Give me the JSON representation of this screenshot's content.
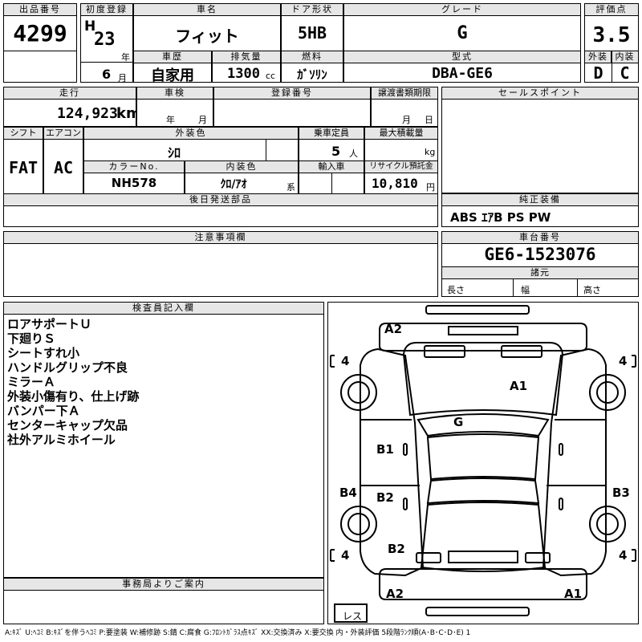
{
  "top": {
    "auction_no": {
      "label": "出品番号",
      "value": "4299"
    },
    "first_reg": {
      "label": "初度登録",
      "era": "H",
      "year": "23",
      "year_unit": "年",
      "month": "6",
      "month_unit": "月"
    },
    "car_name": {
      "label": "車名",
      "value": "フィット"
    },
    "door_type": {
      "label": "ドア形状",
      "value": "5HB"
    },
    "grade": {
      "label": "グレード",
      "value": "G"
    },
    "score": {
      "label": "評価点",
      "value": "3.5"
    },
    "history": {
      "label": "車歴",
      "value": "自家用"
    },
    "displacement": {
      "label": "排気量",
      "value": "1300",
      "unit": "cc"
    },
    "fuel": {
      "label": "燃料",
      "value": "ｶﾞｿﾘﾝ"
    },
    "model": {
      "label": "型式",
      "value": "DBA-GE6"
    },
    "exterior_grade": {
      "label": "外装",
      "value": "D"
    },
    "interior_grade": {
      "label": "内装",
      "value": "C"
    }
  },
  "second": {
    "mileage": {
      "label": "走行",
      "value": "124,923",
      "unit": "km"
    },
    "inspection": {
      "label": "車検",
      "year_unit": "年",
      "month_unit": "月"
    },
    "reg_no": {
      "label": "登録番号"
    },
    "transfer_deadline": {
      "label": "譲渡書類期限",
      "month_unit": "月",
      "day_unit": "日"
    },
    "shift": {
      "label": "シフト",
      "value": "FAT"
    },
    "aircon": {
      "label": "エアコン",
      "value": "AC"
    },
    "ext_color": {
      "label": "外装色",
      "value": "ｼﾛ"
    },
    "capacity": {
      "label": "乗車定員",
      "value": "5",
      "unit": "人"
    },
    "max_load": {
      "label": "最大積載量",
      "unit": "kg"
    },
    "color_no": {
      "label": "カラーNo.",
      "value": "NH578"
    },
    "int_color": {
      "label": "内装色",
      "value": "ｸﾛ/ｱｵ",
      "suffix": "系"
    },
    "import": {
      "label": "輸入車"
    },
    "recycle": {
      "label": "リサイクル預託金",
      "value": "10,810",
      "unit": "円"
    },
    "later_parts": {
      "label": "後日発送部品"
    }
  },
  "sales_point": {
    "label": "セールスポイント"
  },
  "equipment": {
    "label": "純正装備",
    "value": "ABS ｴｱB PS PW"
  },
  "caution": {
    "label": "注意事項欄"
  },
  "chassis": {
    "label": "車台番号",
    "value": "GE6-1523076"
  },
  "specs": {
    "label": "諸元",
    "length": "長さ",
    "width": "幅",
    "height": "高さ"
  },
  "inspector": {
    "label": "検査員記入欄",
    "notes": [
      "ロアサポートＵ",
      "下廻りＳ",
      "シートすれ小",
      "ハンドルグリップ不良",
      "ミラーＡ",
      "外装小傷有り、仕上げ跡",
      "バンパー下Ａ",
      "センターキャップ欠品",
      "社外アルミホイール"
    ]
  },
  "office": {
    "label": "事務局よりご案内"
  },
  "diagram": {
    "marks": {
      "front_bumper": "A2",
      "hood": "A1",
      "roof": "G",
      "left_front_door": "B1",
      "left_rear_door": "B2",
      "left_sill": "B4",
      "right_sill": "B3",
      "rear_left": "B2",
      "rear_bumper_left": "A2",
      "rear_bumper_right": "A1"
    },
    "tyres": {
      "fl": "4",
      "fr": "4",
      "rl": "4",
      "rr": "4"
    },
    "spare": "レス"
  },
  "legend": "A:ｷｽﾞ U:ﾍｺﾐ B:ｷｽﾞを伴うﾍｺﾐ P:要塗装 W:補修跡 S:錆 C:腐食 G:ﾌﾛﾝﾄｶﾞﾗｽ点ｷｽﾞ XX:交換済み X:要交換 内・外装評価 5段階ﾗﾝｸ順(A･B･C･D･E) 1"
}
